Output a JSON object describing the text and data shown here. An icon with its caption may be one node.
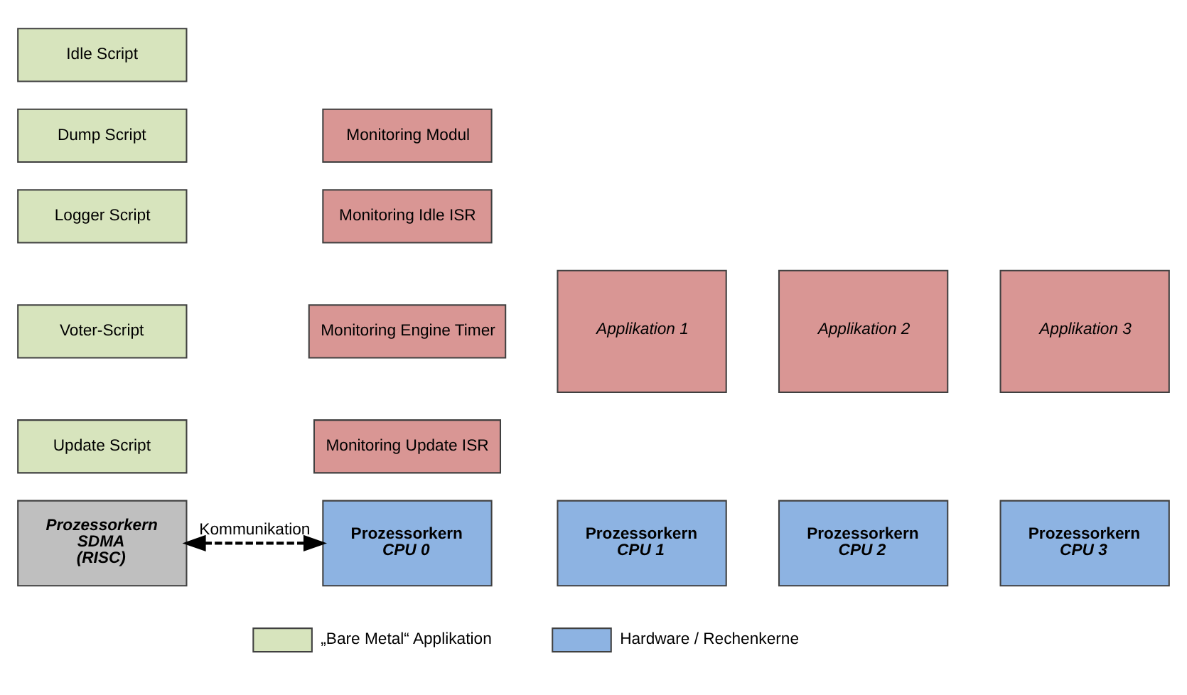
{
  "diagram": {
    "nodes": [
      {
        "text": [
          "Idle Script"
        ]
      },
      {
        "text": [
          "Dump Script"
        ]
      },
      {
        "text": [
          "Monitoring Modul"
        ]
      },
      {
        "text": [
          "Logger Script"
        ]
      },
      {
        "text": [
          "Monitoring Idle ISR"
        ]
      },
      {
        "text": [
          "Voter-Script"
        ]
      },
      {
        "text": [
          "Monitoring Engine Timer"
        ]
      },
      {
        "text": [
          "Applikation 1"
        ]
      },
      {
        "text": [
          "Applikation 2"
        ]
      },
      {
        "text": [
          "Applikation 3"
        ]
      },
      {
        "text": [
          "Update Script"
        ]
      },
      {
        "text": [
          "Monitoring Update ISR"
        ]
      },
      {
        "text": [
          "Prozessorkern",
          "SDMA",
          "(RISC)"
        ]
      },
      {
        "text": [
          "Prozessorkern",
          "CPU 0"
        ]
      },
      {
        "text": [
          "Prozessorkern",
          "CPU 1"
        ]
      },
      {
        "text": [
          "Prozessorkern",
          "CPU 2"
        ]
      },
      {
        "text": [
          "Prozessorkern",
          "CPU 3"
        ]
      }
    ],
    "edges": [
      {
        "from": 12,
        "to": 13,
        "arrow": "both",
        "style": "dashed",
        "label": "Kommunikation"
      }
    ],
    "legend": [
      {
        "text": "„Bare Metal“ Applikation",
        "color": "#d7e4bd"
      },
      {
        "text": "Hardware / Rechenkerne",
        "color": "#8db3e2"
      }
    ]
  }
}
